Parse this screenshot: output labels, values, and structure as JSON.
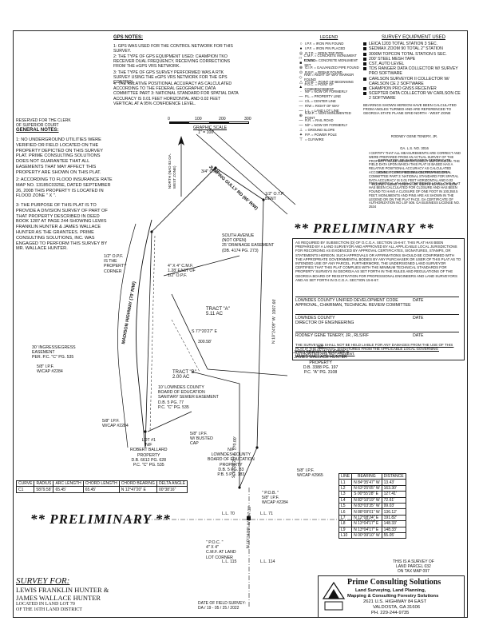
{
  "gps_notes": {
    "title": "GPS NOTES:",
    "items": [
      "1: GPS WAS USED FOR THE CONTROL NETWORK FOR THIS SURVEY.",
      "2: THE TYPE OF GPS EQUIPMENT USED: CHAMPION TKO RECEIVER DUAL FREQUENCY, RECEIVING CORRECTIONS FROM THE eGPS VRS NETWORK.",
      "3: THE TYPE OF GPS SURVEY PERFORMED WAS A RTK SURVEY USING THE eGPS VRS NETWORK FOR THE GPS CONTROL.",
      "4: THE RELATIVE POSITIONAL ACCURACY AS CALCULATED ACCORDING TO THE FEDERAL GEOGRAPHIC DATA COMMITTEE PART 3: NATIONAL STANDARD FOR SPATIAL DATA ACCURACY IS 0.01 FEET HORIZONTAL AND 0.02 FEET VERTICAL AT A 95% CONFIDENCE LEVEL."
    ]
  },
  "legend": {
    "title": "LEGEND",
    "items": [
      {
        "sym": "○",
        "text": "I.P.F. = IRON PIN FOUND"
      },
      {
        "sym": "●",
        "text": "I.P.F. = IRON PIN PLACED"
      },
      {
        "sym": "◎",
        "text": "O.T.P. = OPEN TOP PIPE"
      },
      {
        "sym": "□",
        "text": "C.M.F. = CONCRETE MONUMENT FOUND"
      },
      {
        "sym": "■",
        "text": "C.M.S. = CONCRETE MONUMENT SET"
      },
      {
        "sym": "⊗",
        "text": "G.I.P. = GALVANIZED PIPE FOUND"
      },
      {
        "sym": "⊙",
        "text": "R.B.F. = REBAR FOUND"
      },
      {
        "sym": "◇",
        "text": "R/W = RIGHT OF WAY MARKER FOUND"
      },
      {
        "sym": "△",
        "text": "P.O.B. = POINT OF BEGINNING"
      },
      {
        "sym": "▲",
        "text": "P.O.C. = POINT OF COMMENCEMENT"
      },
      {
        "sym": "·",
        "text": "N/F = NOW OR FORMERLY"
      },
      {
        "sym": "—",
        "text": "P.L. = PROPERTY LINE"
      },
      {
        "sym": "—",
        "text": "C/L = CENTER LINE"
      },
      {
        "sym": "—",
        "text": "R/W = RIGHT OF WAY"
      },
      {
        "sym": "—",
        "text": "L.L. = LAND LOT LINE"
      },
      {
        "sym": "⊕",
        "text": "N.M.P. = NON MONUMENTED POINT"
      },
      {
        "sym": "—",
        "text": "R.R. = RAIL ROAD"
      },
      {
        "sym": "—",
        "text": "N/F = NOW OR FORMERLY"
      },
      {
        "sym": "⊥",
        "text": "= GROUND SLOPE"
      },
      {
        "sym": "✦",
        "text": "P.P. = POWER POLE"
      },
      {
        "sym": "⊤",
        "text": "= GUYWIRE"
      }
    ]
  },
  "equipment": {
    "title": "SURVEY EQUIPMENT USED",
    "items": [
      "LEICA 1203 TOTAL STATION 3 SEC.",
      "SEDMAX ZOOM 90 TOTAL 2\" STATION",
      "3000M TOPCON TOTAL STATION 5 SEC.",
      "200' STEEL MESH TAPE",
      "CST, AUTO LEVEL",
      "TDS RANGER DATA COLLECTOR W/ SURVEY PRO SOFTWARE",
      "CARLSON SURVEYOR II COLLECTOR W/ CARLSON CE 2 SOFTWARE",
      "CHAMPION PRO GNSS RECEIVER",
      "SCEPTER DATA COLLECTOR W/ CARLSON CE 2 SOFTWARE"
    ],
    "bearings_note": "BEARINGS SHOWN HEREON HAVE BEEN CALCULATED FROM ANGLES TURNED AND ARE REFERENCED TO GEORGIA STATE PLANE GRID NORTH - WEST ZONE"
  },
  "surveyor_seal": {
    "name": "RODNEY GENE TENERY, JR.",
    "reg": "GA. L.S. NO. 3016",
    "line1": "EXPIRATION OF SURVEYOR'S CERTIFICATE",
    "line2": "LEVEL II CERTIFIED DESIGN PROFESSIONAL",
    "line3": "RODNEY GENE TENERY, JR. CERTIFICATION # 5206"
  },
  "certification": "I CERTIFY THAT ALL MEASUREMENTS ARE CORRECT AND WERE PREPARED FROM AN ACTUAL SURVEY OF THE PROPERTY MADE UNDER MY DIRECT SUPERVISION. THE FIELD DATA UPON WHICH THIS PLAT IS BASED HAS A RELATIVE POSITIONAL ACCURACY AS CALCULATED ACCORDING TO THE FEDERAL GEOGRAPHIC DATA COMMITTEE PART 3: NATIONAL STANDARD FOR SPATIAL DATA ACCURACY IS 0.01 FEET HORIZONTAL AND 0.02 FEET VERTICAL AT A 95% CONFIDENCE LEVEL. THIS PLAT HAS BEEN CALCULATED FOR CLOSURE AND HAS BEEN FOUND TO HAVE A CLOSURE OF ONE FOOT IN 100,350.5 FEET. MONUMENTS AND PINS ARE AS SHOWN IN THE LEGEND OR ON THE PLAT FACE. GA CERTIFICATE OF AUTHORIZATION NO LSF 506. GA BUSINESS LICENSE NO. 2534",
  "clerk_reserve": "RESERVED FOR THE CLERK\nOF SUPERIOR COURT",
  "general_notes": {
    "title": "GENERAL NOTES:",
    "items": [
      "1: NO UNDERGROUND UTILITIES WERE VERIFIED OR FIELD LOCATED ON THE PROPERTY DEPICTED ON THIS SURVEY PLAT. PRIME CONSULTING SOLUTIONS DOES NOT GUARANTEE THAT ALL EASEMENTS THAT MAY AFFECT THIS PROPERTY ARE SHOWN ON THIS PLAT.",
      "2: ACCORDING TO FLOOD INSURANCE RATE MAP NO. 13185C0325E, DATED SEPTEMBER 26, 2008 THIS PROPERTY IS LOCATED IN FLOOD ZONE \" X \".",
      "3: THE PURPOSE OF THIS PLAT IS TO PROVIDE A DIVISION SURVEY OF PART OF THAT PROPERTY DESCRIBED IN DEED BOOK 1287 AT PAGE 244 SHOWING LEWIS FRANKLIN HUNTER & JAMES WALLACE HUNTER AS THE GRANTEES. PRIME CONSULTING SOLUTIONS, INC. WAS ENGAGED TO PERFORM THIS SURVEY BY MR. WALLACE HUNTER."
    ]
  },
  "scale": {
    "ticks": [
      "0",
      "100",
      "200",
      "300"
    ],
    "label": "GRAPHIC SCALE",
    "ratio": "1\" = 100'"
  },
  "north": "NORTH (NAD 83 GA. WEST ZONE)",
  "prelim_text": "** PRELIMINARY **",
  "map_labels": {
    "road": "JUMPING GULLY RD (60' R/W)",
    "hwy": "MADISON HIGHWAY (70' R/W)",
    "otp_bent": "3/4\" O.T.P.",
    "otp_bent2": "1/2\" O.T.P.\nBENT",
    "south_ave": "SOUTH AVENUE\n(NOT OPEN)\n25' DRAINAGE EASEMENT\n(DB. 4174 PG. 273)",
    "half_opf": "1/2\" O.P.F.\nIS THE\nPROPERTY\nCORNER",
    "cmf": "4\" X 4\" C.M.F.\n1.28' EAST OF\n1/2\" O.P.F.",
    "tract_a": "TRACT \"A\"\n5.11 AC",
    "bearing1": "S 77°20'27\" E",
    "dist1": "300.58'",
    "ingress": "30' INGRESS/EGRESS\nEASEMENT\nPER. P.C. \"C\" PG. 535",
    "ipf1": "5/8\" I.P.F.\nW/CAP #2284",
    "tract_b": "TRACT \"B\"\n2.00 AC",
    "sewer": "10' LOWNDES COUNTY\nBOARD OF EDUCATION\nSANITARY SEWER EASEMENT\nD.B. 5 PG. 77\nP.C. \"C\" PG. 535",
    "ipf2": "5/8\" I.P.F.\nW/CAP #2284",
    "lot1": "LOT #1\nN/F\nROBERT BALLARD\nPROPERTY\nD.B. 6612 PG. 628\nP.C. \"C\" PG. 535",
    "busted": "5/8\" I.P.F.\nW/ BUSTED\nCAP",
    "board_ed": "N/F\nLOWNDES COUNTY\nBOARD OF EDUCATION\nPROPERTY\nD.B. 5 PG. 83\nP.B. 5 PG. 183",
    "hunter_prop": "N/F\nLEWIS FRANKLIN HUNTER &\nJAMES WALLACE HUNTER\nPROPERTY\nD.B. 3388 PG. 197\nP.C. \"A\" PG. 3108",
    "ipf3": "5/8\" I.P.F.\nW/CAP #2965",
    "pob": "\" P.O.B. \"\n5/8\" I.P.F.\nW/CAP #2284",
    "poc": "\" P.O.C. \"\n4\" X 4\"\nC.M.F. AT LAND\nLOT CORNER",
    "ll70": "L.L. 70",
    "ll71": "L.L. 71",
    "ll115": "L.L. 115",
    "ll114": "L.L. 114",
    "east_dist": "N 10°24'09\" W  1007.66'",
    "mid_dist": "S 10°24'21\" E  270.00'",
    "low_dist": "N 10°24'09\" W  157.11'"
  },
  "curve_table": {
    "headers": [
      "CURVE",
      "RADIUS",
      "ARC LENGTH",
      "CHORD LENGTH",
      "CHORD BEARING",
      "DELTA ANGLE"
    ],
    "rows": [
      [
        "C1",
        "5879.58'",
        "65.45'",
        "65.45'",
        "N 12°47'20\" E",
        "00°38'16\""
      ]
    ]
  },
  "line_table": {
    "headers": [
      "LINE",
      "BEARING",
      "DISTANCE"
    ],
    "rows": [
      [
        "L1",
        "N 84°35'47\" W",
        "13.43'"
      ],
      [
        "L2",
        "N 63°25'05\" W",
        "163.30'"
      ],
      [
        "L3",
        "S 00°55'28\" E",
        "127.41'"
      ],
      [
        "L4",
        "N 82°10'19\" W",
        "72.61'"
      ],
      [
        "L5",
        "N 83°03'35\" W",
        "99.03'"
      ],
      [
        "L6",
        "N 88°09'01\" W",
        "136.12'"
      ],
      [
        "L7",
        "N 12°08'24\" E",
        "191.82'"
      ],
      [
        "L8",
        "N 13°04'17\" E",
        "148.33'"
      ],
      [
        "L9",
        "N 13°04'17\" E",
        "148.33'"
      ],
      [
        "L10",
        "N 00°39'10\" W",
        "55.05'"
      ]
    ]
  },
  "approval": {
    "text": "AS REQUIRED BY SUBSECTION (D) OF O.C.G.A. SECTION 15-6-67, THIS PLAT HAS BEEN PREPARED BY A LAND SURVEYOR AND APPROVED BY ALL APPLICABLE LOCAL JURISDICTIONS FOR RECORDING AS EVIDENCED BY APPROVAL CERTIFICATES, SIGNATURES, STAMPS, OR STATEMENTS HEREON. SUCH APPROVALS OR AFFIRMATIONS SHOULD BE CONFIRMED WITH THE APPROPRIATE GOVERNMENTAL BODIES BY ANY PURCHASER OR USER OF THIS PLAT AS TO INTENDED USE OF ANY PARCEL. FURTHERMORE, THE UNDERSIGNED LAND SURVEYOR CERTIFIES THAT THIS PLAT COMPLIES WITH THE MINIMUM TECHNICAL STANDARDS FOR PROPERTY SURVEYS IN GEORGIA AS SET FORTH IN THE RULES AND REGULATIONS OF THE GEORGIA BOARD OF REGISTRATION FOR PROFESSIONAL ENGINEERS AND LAND SURVEYORS AND AS SET FORTH IN O.C.G.A. SECTION 15-6-67.",
    "sig1": "LOWNDES COUNTY UNIFIED DEVELOPMENT CODE\nAPPROVAL, CHAIRMAN, TECHNICAL REVIEW COMMITTEE",
    "sig2": "LOWNDES COUNTY\nDIRECTOR OF ENGINEERING",
    "sig3": "RODNEY GENE TENERY, JR., RLS/RF",
    "date": "DATE",
    "liability": "THE SURVEYOR SHALL NOT BE HELD LIABLE FOR ANY DAMAGES FROM THE USE OF THIS PLAT IF THE APPROVAL SIGNATURES FROM THE APPLICABLE LOCAL GOVERNING AUTHORITIES ARE NOT PRESENT."
  },
  "land_parcel": "THIS IS A SURVEY OF\nLAND PARCEL 032\nON TAX MAP 097",
  "survey_for": {
    "title": "SURVEY FOR:",
    "line1": "LEWIS FRANKLIN HUNTER &",
    "line2": "JAMES WALLACE HUNTER",
    "line3": "LOCATED IN LAND LOT 70",
    "line4": "OF THE 16TH LAND DISTRICT"
  },
  "field_date": "DATE OF FIELD SURVEY:\nDA / 19 - 05 / 25 / 2022",
  "company": {
    "name": "Prime Consulting Solutions",
    "tag1": "Land Surveying, Land Planning,",
    "tag2": "Mapping & Consulting Forestry Solutions",
    "addr1": "2621 U.S. HIGHWAY 84 EAST",
    "addr2": "VALDOSTA, GA 31606",
    "phone": "PH. 229-244-9735"
  }
}
